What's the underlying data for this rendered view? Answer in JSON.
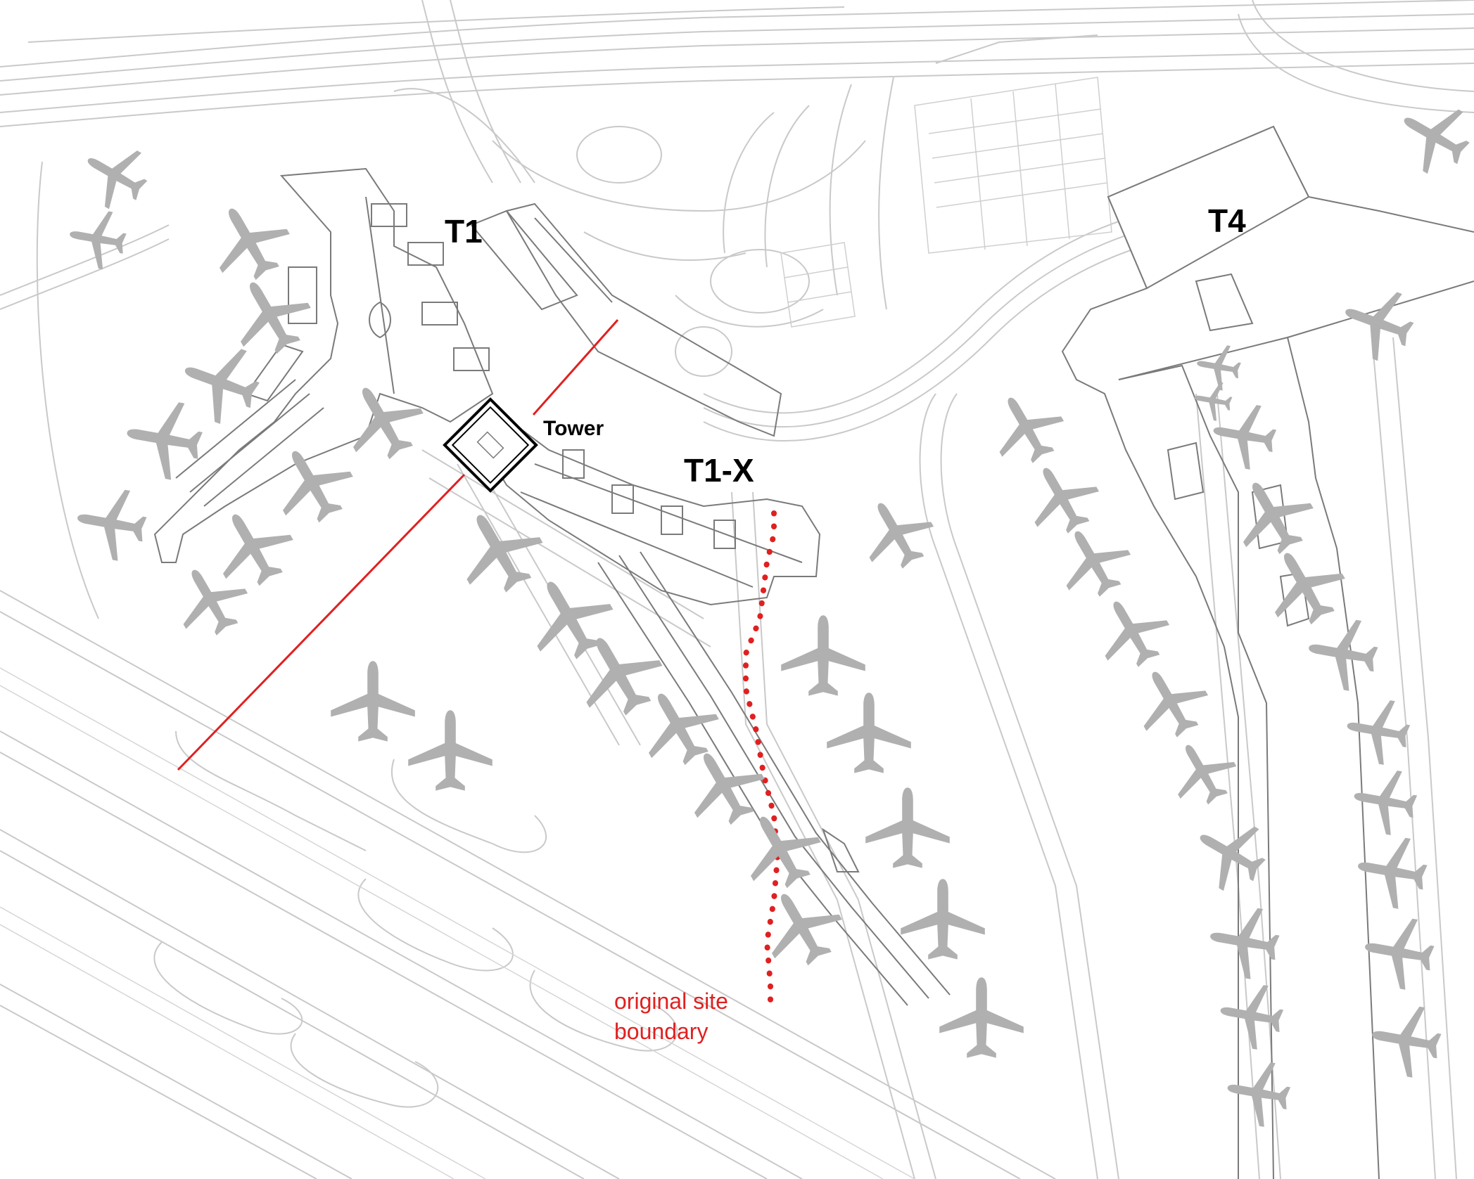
{
  "labels": {
    "t1": "T1",
    "t1x": "T1-X",
    "t4": "T4",
    "tower": "Tower",
    "boundary_line1": "original site",
    "boundary_line2": "boundary"
  },
  "colors": {
    "background": "#ffffff",
    "linework": "#c9c9c9",
    "building": "#7a7a7a",
    "aircraft": "#b0b0b0",
    "boundary": "#e02020",
    "text": "#000000"
  },
  "icons": {
    "aircraft": "airplane-icon",
    "tower": "tower-square-icon"
  }
}
